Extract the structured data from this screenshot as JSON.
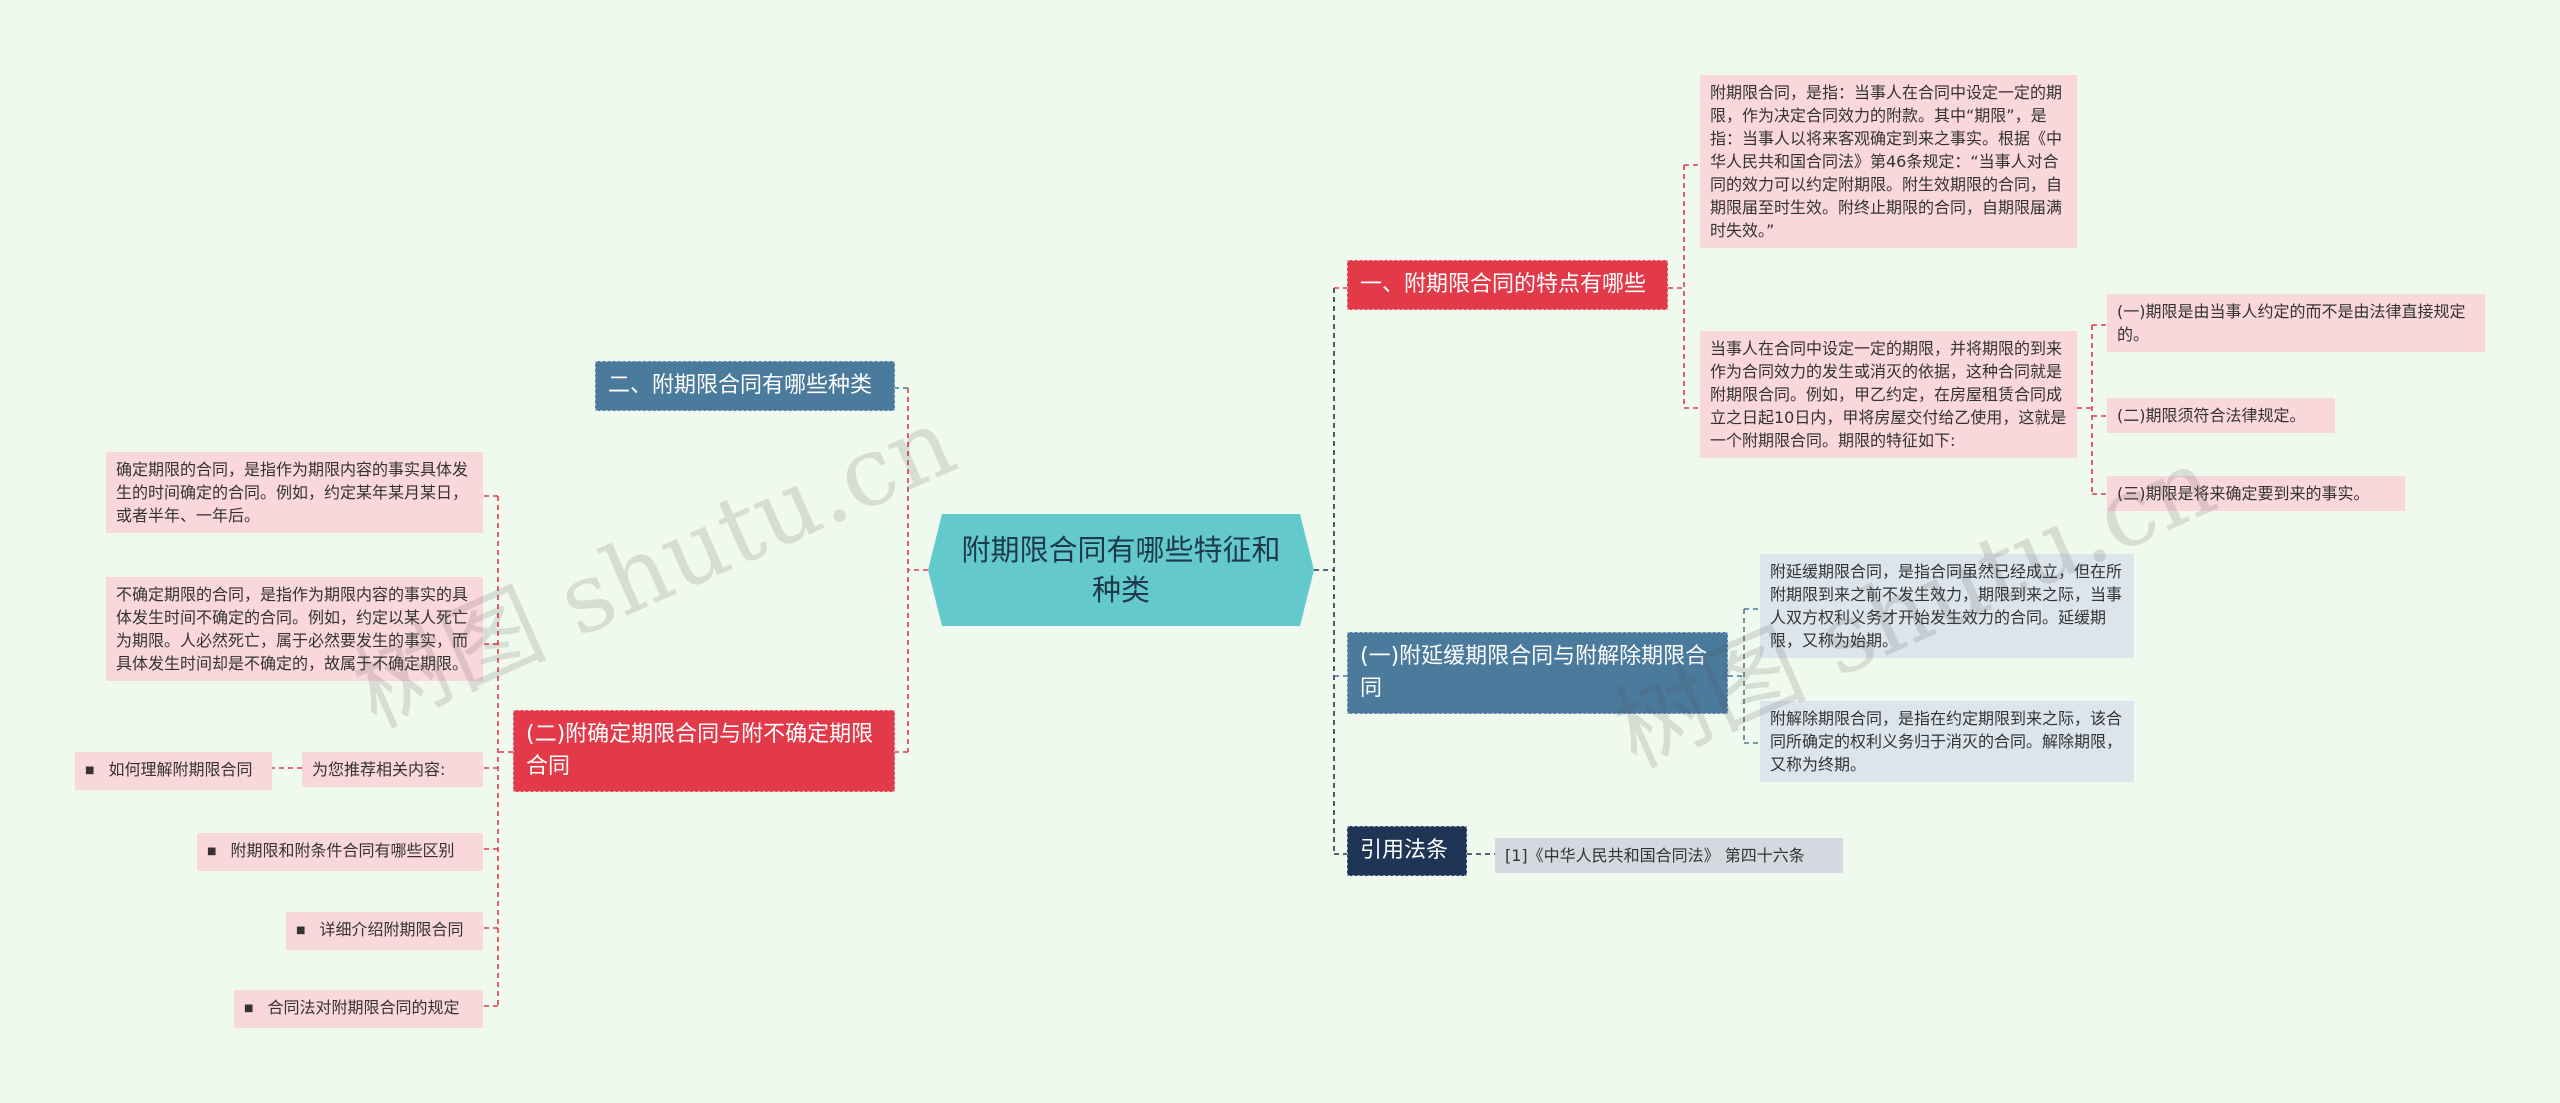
{
  "center": {
    "title": "附期限合同有哪些特征和种类"
  },
  "right": {
    "b1": {
      "label": "一、附期限合同的特点有哪些",
      "leaf1": "附期限合同，是指：当事人在合同中设定一定的期限，作为决定合同效力的附款。其中“期限”，是指：当事人以将来客观确定到来之事实。根据《中华人民共和国合同法》第46条规定：“当事人对合同的效力可以约定附期限。附生效期限的合同，自期限届至时生效。附终止期限的合同，自期限届满时失效。”",
      "leaf2": "当事人在合同中设定一定的期限，并将期限的到来作为合同效力的发生或消灭的依据，这种合同就是附期限合同。例如，甲乙约定，在房屋租赁合同成立之日起10日内，甲将房屋交付给乙使用，这就是一个附期限合同。期限的特征如下:",
      "sub": [
        "(一)期限是由当事人约定的而不是由法律直接规定的。",
        "(二)期限须符合法律规定。",
        "(三)期限是将来确定要到来的事实。"
      ]
    },
    "b2": {
      "label": "(一)附延缓期限合同与附解除期限合同",
      "leaf1": "附延缓期限合同，是指合同虽然已经成立，但在所附期限到来之前不发生效力，期限到来之际，当事人双方权利义务才开始发生效力的合同。延缓期限，又称为始期。",
      "leaf2": "附解除期限合同，是指在约定期限到来之际，该合同所确定的权利义务归于消灭的合同。解除期限，又称为终期。"
    },
    "b3": {
      "label": "引用法条",
      "leaf1": "[1]《中华人民共和国合同法》 第四十六条"
    }
  },
  "left": {
    "b1": {
      "label": "二、附期限合同有哪些种类"
    },
    "b2": {
      "label": "(二)附确定期限合同与附不确定期限合同",
      "leaf1": "确定期限的合同，是指作为期限内容的事实具体发生的时间确定的合同。例如，约定某年某月某日，或者半年、一年后。",
      "leaf2": "不确定期限的合同，是指作为期限内容的事实的具体发生时间不确定的合同。例如，约定以某人死亡为期限。人必然死亡，属于必然要发生的事实，而具体发生时间却是不确定的，故属于不确定期限。",
      "recommend_label": "为您推荐相关内容:",
      "links": [
        "如何理解附期限合同",
        "附期限和附条件合同有哪些区别",
        "详细介绍附期限合同",
        "合同法对附期限合同的规定"
      ]
    }
  },
  "watermarks": [
    "树图 shutu.cn",
    "树图 shutu.cn"
  ],
  "colors": {
    "red": "#e33a4a",
    "steel": "#4a7a9c",
    "navy": "#1e3556",
    "center": "#64c9cd",
    "pink_leaf": "#fad7db",
    "blue_leaf": "#dce5ec"
  }
}
